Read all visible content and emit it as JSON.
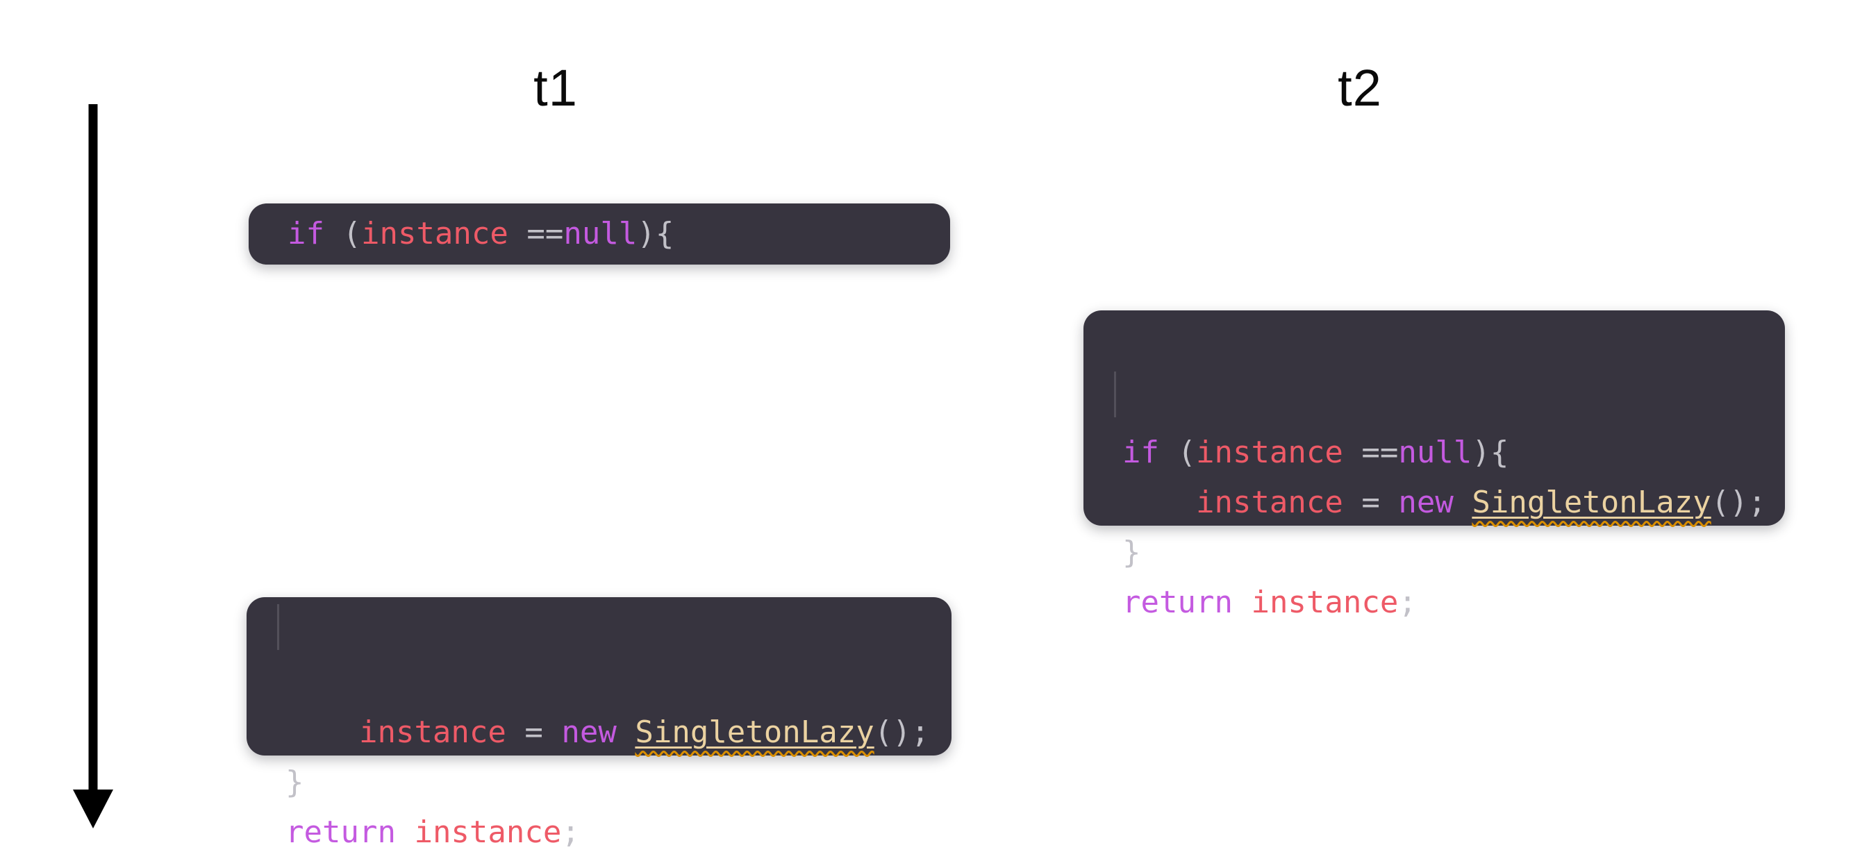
{
  "palette": {
    "box_background": "#37343F",
    "keyword": "#C45AE0",
    "identifier": "#EE5A67",
    "punctuation": "#C2C1C8",
    "class_name": "#EBD2A1",
    "warning_squiggle": "#D98E00",
    "heading_text": "#0A0A0A",
    "arrow": "#000000"
  },
  "columns": [
    {
      "label": "t1"
    },
    {
      "label": "t2"
    }
  ],
  "timeline": {
    "icon": "down-arrow",
    "direction": "down"
  },
  "snippets": [
    {
      "id": "t1-null-check",
      "column": "t1",
      "lines": [
        [
          {
            "text": "if",
            "style": "keyword"
          },
          {
            "text": " (",
            "style": "punctuation"
          },
          {
            "text": "instance",
            "style": "identifier"
          },
          {
            "text": " ==",
            "style": "punctuation"
          },
          {
            "text": "null",
            "style": "keyword"
          },
          {
            "text": "){",
            "style": "punctuation"
          }
        ]
      ]
    },
    {
      "id": "t2-full-block",
      "column": "t2",
      "lines": [
        [
          {
            "text": "if",
            "style": "keyword"
          },
          {
            "text": " (",
            "style": "punctuation"
          },
          {
            "text": "instance",
            "style": "identifier"
          },
          {
            "text": " ==",
            "style": "punctuation"
          },
          {
            "text": "null",
            "style": "keyword"
          },
          {
            "text": "){",
            "style": "punctuation"
          }
        ],
        [
          {
            "text": "    ",
            "style": "plain"
          },
          {
            "text": "instance",
            "style": "identifier"
          },
          {
            "text": " = ",
            "style": "punctuation"
          },
          {
            "text": "new",
            "style": "keyword"
          },
          {
            "text": " ",
            "style": "plain"
          },
          {
            "text": "SingletonLazy",
            "style": "class_name"
          },
          {
            "text": "();",
            "style": "punctuation"
          }
        ],
        [
          {
            "text": "}",
            "style": "punctuation"
          }
        ],
        [
          {
            "text": "return",
            "style": "keyword"
          },
          {
            "text": " ",
            "style": "plain"
          },
          {
            "text": "instance",
            "style": "identifier"
          },
          {
            "text": ";",
            "style": "punctuation"
          }
        ]
      ]
    },
    {
      "id": "t1-assign-and-return",
      "column": "t1",
      "lines": [
        [
          {
            "text": "    ",
            "style": "plain"
          },
          {
            "text": "instance",
            "style": "identifier"
          },
          {
            "text": " = ",
            "style": "punctuation"
          },
          {
            "text": "new",
            "style": "keyword"
          },
          {
            "text": " ",
            "style": "plain"
          },
          {
            "text": "SingletonLazy",
            "style": "class_name"
          },
          {
            "text": "();",
            "style": "punctuation"
          }
        ],
        [
          {
            "text": "}",
            "style": "punctuation"
          }
        ],
        [
          {
            "text": "return",
            "style": "keyword"
          },
          {
            "text": " ",
            "style": "plain"
          },
          {
            "text": "instance",
            "style": "identifier"
          },
          {
            "text": ";",
            "style": "punctuation"
          }
        ]
      ]
    }
  ]
}
